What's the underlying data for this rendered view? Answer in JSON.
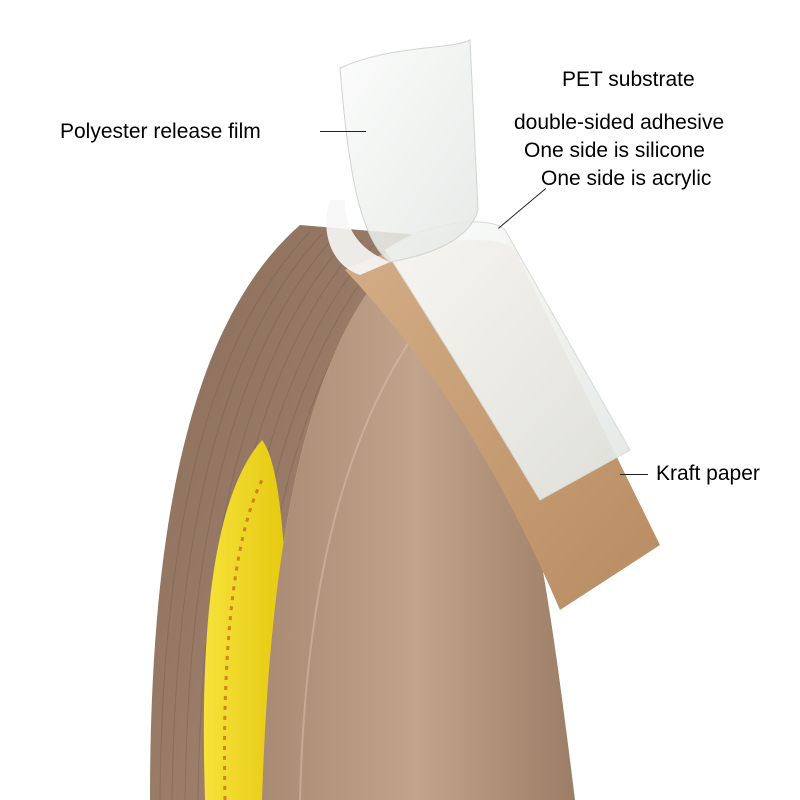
{
  "labels": {
    "release_film": "Polyester release film",
    "pet_substrate": "PET substrate",
    "adhesive": "double-sided adhesive",
    "silicone": "One side is silicone",
    "acrylic": "One side is acrylic",
    "kraft_paper": "Kraft paper"
  },
  "colors": {
    "background": "#ffffff",
    "tape_body": "#b89a82",
    "tape_shadow": "#8f7260",
    "core_yellow": "#f2dc1e",
    "kraft": "#c9a27a",
    "film": "#eef0ee",
    "text": "#000000"
  }
}
